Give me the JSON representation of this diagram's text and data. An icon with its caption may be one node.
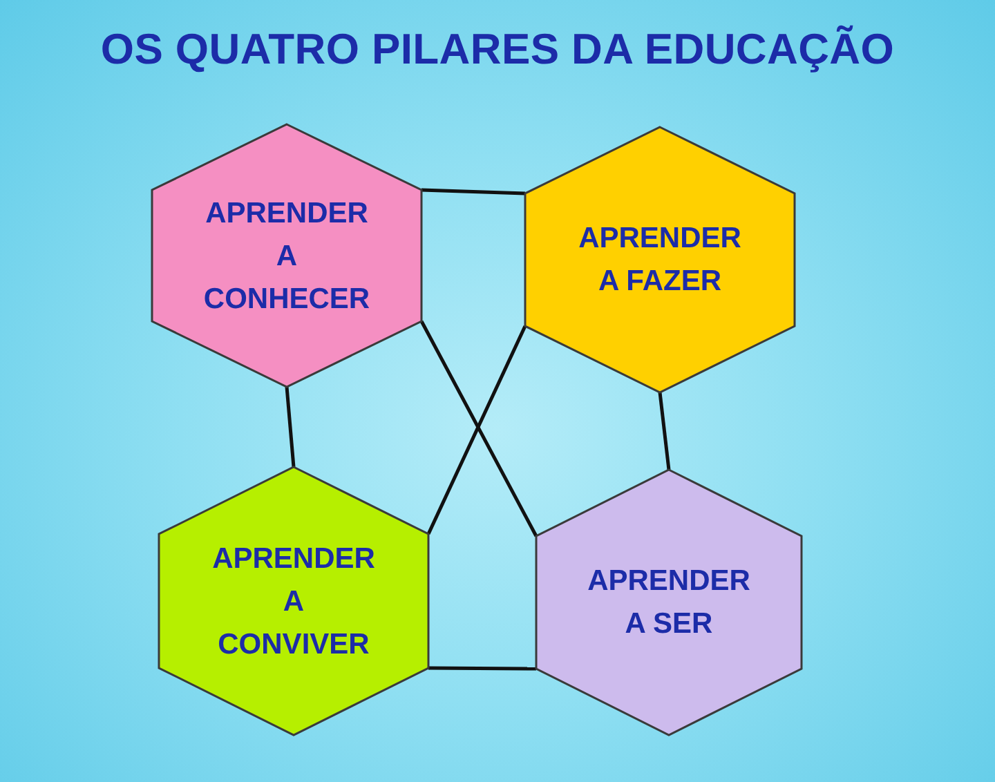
{
  "diagram": {
    "title": "OS QUATRO PILARES DA EDUCAÇÃO",
    "nodes": [
      {
        "text": [
          "APRENDER A CONHECER"
        ]
      },
      {
        "text": [
          "APRENDER A FAZER"
        ]
      },
      {
        "text": [
          "APRENDER A CONVIVER"
        ]
      },
      {
        "text": [
          "APRENDER A SER"
        ]
      }
    ],
    "edges": [
      {
        "from": 0,
        "to": 1,
        "arrow": "none"
      },
      {
        "from": 0,
        "to": 2,
        "arrow": "none"
      },
      {
        "from": 1,
        "to": 3,
        "arrow": "none"
      },
      {
        "from": 2,
        "to": 3,
        "arrow": "none"
      },
      {
        "from": 0,
        "to": 3,
        "arrow": "none"
      },
      {
        "from": 1,
        "to": 2,
        "arrow": "none"
      }
    ]
  }
}
